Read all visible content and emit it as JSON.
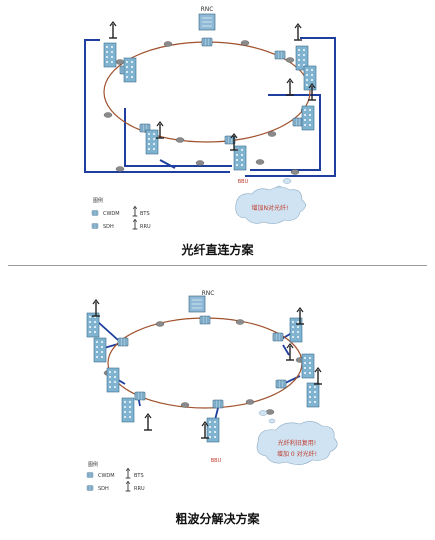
{
  "top": {
    "rnc_label": "RNC",
    "bbu_label": "BBU",
    "cloud_line1": "增加N对光纤!",
    "legend_title": "图例",
    "legend": {
      "cwdm": "CWDM",
      "bts": "BTS",
      "sdh": "SDH",
      "rru": "RRU"
    },
    "caption": "光纤直连方案"
  },
  "bottom": {
    "rnc_label": "RNC",
    "bbu_label": "BBU",
    "cloud_line1": "光纤利旧复用!",
    "cloud_line2": "增加 0 对光纤!",
    "legend_title": "图例",
    "legend": {
      "cwdm": "CWDM",
      "bts": "BTS",
      "sdh": "SDH",
      "rru": "RRU"
    },
    "caption": "粗波分解决方案"
  },
  "colors": {
    "ring": "#a0522d",
    "fiber": "#1f3fa0",
    "equipment": "#6fa6c7",
    "cloud": "#cfe3f2"
  }
}
